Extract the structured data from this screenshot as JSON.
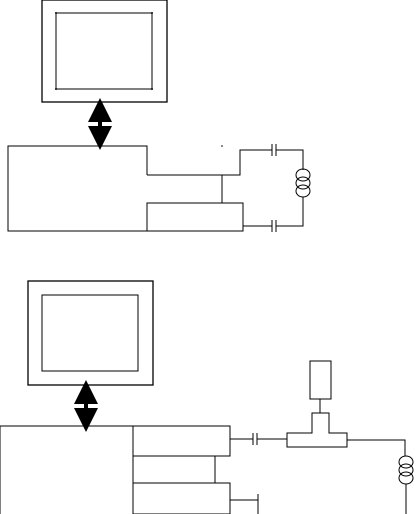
{
  "figure": {
    "diagrams": [
      {
        "id": "top",
        "components": [
          "monitor",
          "double-arrow",
          "analyzer-box",
          "test-set-box",
          "dc-blocking-capacitors",
          "coil-under-test"
        ]
      },
      {
        "id": "bottom",
        "components": [
          "monitor",
          "double-arrow",
          "analyzer-box",
          "test-set-box",
          "dc-blocking-capacitor",
          "bias-tee",
          "dc-source",
          "coil-under-test"
        ]
      }
    ],
    "colors": {
      "line": "#000000",
      "background": "#ffffff"
    }
  }
}
